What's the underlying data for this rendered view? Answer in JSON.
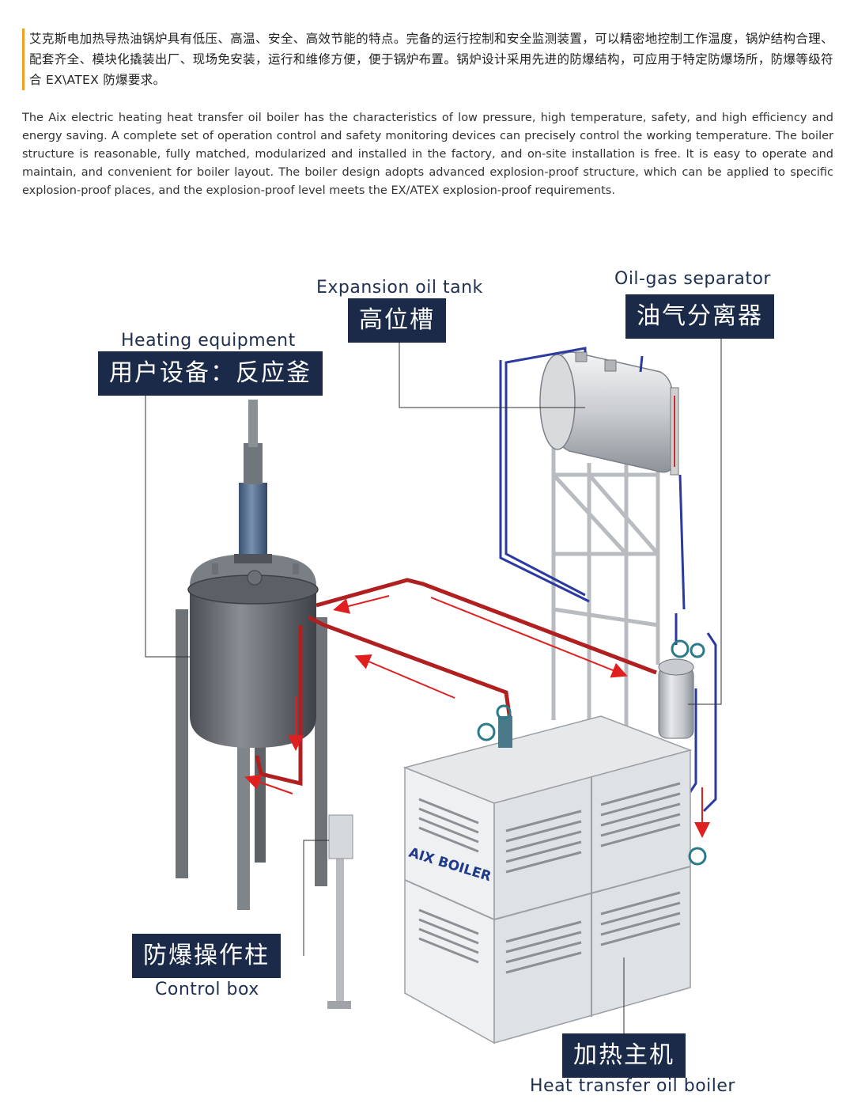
{
  "intro": {
    "zh": "艾克斯电加热导热油锅炉具有低压、高温、安全、高效节能的特点。完备的运行控制和安全监测装置，可以精密地控制工作温度，锅炉结构合理、配套齐全、模块化撬装出厂、现场免安装，运行和维修方便，便于锅炉布置。锅炉设计采用先进的防爆结构，可应用于特定防爆场所，防爆等级符合 EX\\ATEX 防爆要求。",
    "en": "The Aix electric heating heat transfer oil boiler has the characteristics of low pressure, high temperature, safety, and high efficiency and energy saving. A complete set of operation control and safety monitoring devices can precisely control the working temperature. The boiler structure is reasonable, fully matched, modularized and installed in the factory, and on-site installation is free. It is easy to operate and maintain, and convenient for boiler layout. The boiler design adopts advanced explosion-proof structure, which can be applied to specific explosion-proof places, and the explosion-proof level meets the EX/ATEX explosion-proof requirements."
  },
  "labels": {
    "heating_equipment": {
      "en": "Heating equipment",
      "zh": "用户设备：反应釜"
    },
    "expansion_tank": {
      "en": "Expansion oil tank",
      "zh": "高位槽"
    },
    "oil_gas_separator": {
      "en": "Oil-gas separator",
      "zh": "油气分离器"
    },
    "control_box": {
      "en": "Control box",
      "zh": "防爆操作柱"
    },
    "boiler": {
      "en": "Heat transfer oil boiler",
      "zh": "加热主机"
    }
  },
  "boiler_brand": "AIX BOILER",
  "colors": {
    "label_bg": "#1a2a48",
    "label_text_en": "#1f2f4f",
    "hot_pipe": "#b02020",
    "flow_arrow": "#e02020",
    "cold_pipe": "#2a3aa0",
    "frame": "#b8bcc0",
    "accent_bar": "#f0a020"
  }
}
